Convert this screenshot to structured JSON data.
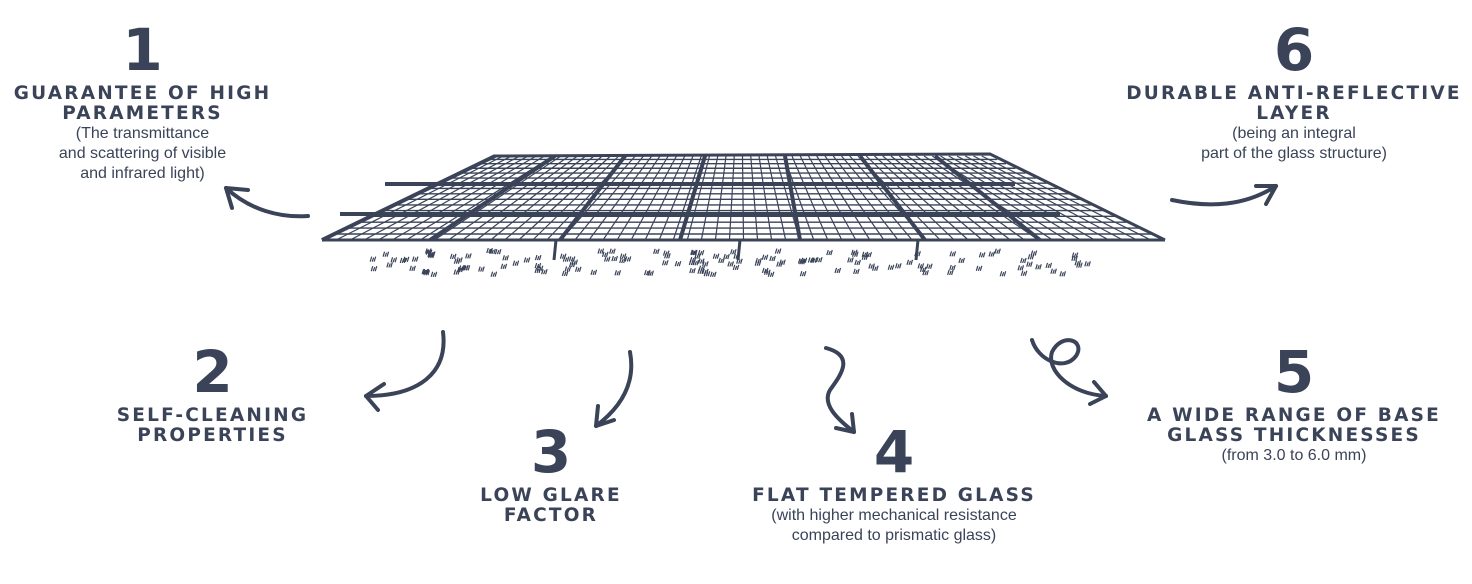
{
  "colors": {
    "ink": "#3a4358",
    "background": "#ffffff"
  },
  "features": [
    {
      "number": "1",
      "title": "GUARANTEE OF HIGH PARAMETERS",
      "description": [
        "(The transmittance",
        "and scattering of visible",
        "and infrared light)"
      ]
    },
    {
      "number": "2",
      "title": "SELF-CLEANING PROPERTIES",
      "description": []
    },
    {
      "number": "3",
      "title": "LOW GLARE FACTOR",
      "description": []
    },
    {
      "number": "4",
      "title": "FLAT TEMPERED GLASS",
      "description": [
        "(with higher mechanical resistance",
        "compared to prismatic glass)"
      ]
    },
    {
      "number": "5",
      "title": "A WIDE RANGE OF BASE GLASS THICKNESSES",
      "description": [
        "(from 3.0 to 6.0 mm)"
      ]
    },
    {
      "number": "6",
      "title": "DURABLE ANTI-REFLECTIVE LAYER",
      "description": [
        "(being an integral",
        "part of the glass structure)"
      ]
    }
  ],
  "illustration": {
    "name": "solar-panel-array",
    "icons": [
      "arrow-icon",
      "grass-icon"
    ]
  }
}
